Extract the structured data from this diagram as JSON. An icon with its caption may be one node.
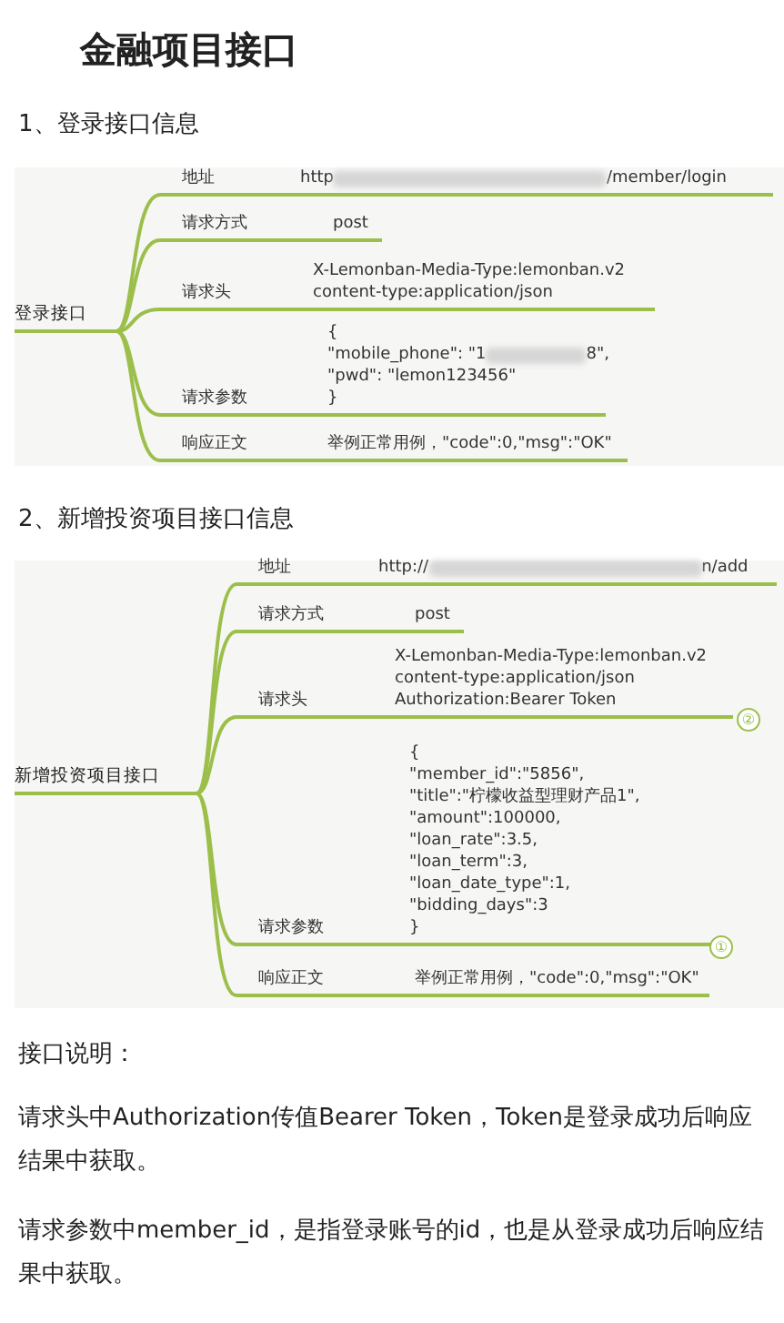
{
  "diagram": {
    "title": "金融项目接口",
    "nodes": [
      {
        "text": [
          "登录接口"
        ]
      },
      {
        "text": [
          "地址",
          "http",
          "/member/login"
        ]
      },
      {
        "text": [
          "请求方式",
          "post"
        ]
      },
      {
        "text": [
          "请求头",
          "X-Lemonban-Media-Type:lemonban.v2",
          "content-type:application/json"
        ]
      },
      {
        "text": [
          "请求参数",
          "{",
          "\"mobile_phone\": \"1",
          "8\",",
          "\"pwd\": \"lemon123456\"",
          "}"
        ]
      },
      {
        "text": [
          "响应正文",
          "举例正常用例，\"code\":0,\"msg\":\"OK\""
        ]
      },
      {
        "text": [
          "新增投资项目接口"
        ]
      },
      {
        "text": [
          "地址",
          "http://",
          "n/add"
        ]
      },
      {
        "text": [
          "请求方式",
          "post"
        ]
      },
      {
        "text": [
          "请求头",
          "X-Lemonban-Media-Type:lemonban.v2",
          "content-type:application/json",
          "Authorization:Bearer Token"
        ]
      },
      {
        "text": [
          "请求参数",
          "{",
          "\"member_id\":\"5856\",",
          "\"title\":\"柠檬收益型理财产品1\",",
          "\"amount\":100000,",
          "\"loan_rate\":3.5,",
          "\"loan_term\":3,",
          "\"loan_date_type\":1,",
          "\"bidding_days\":3",
          "}"
        ]
      },
      {
        "text": [
          "响应正文",
          "举例正常用例，\"code\":0,\"msg\":\"OK\""
        ]
      }
    ],
    "edges": [
      {
        "from": 0,
        "to": 1,
        "arrow": "none"
      },
      {
        "from": 0,
        "to": 2,
        "arrow": "none"
      },
      {
        "from": 0,
        "to": 3,
        "arrow": "none"
      },
      {
        "from": 0,
        "to": 4,
        "arrow": "none"
      },
      {
        "from": 0,
        "to": 5,
        "arrow": "none"
      },
      {
        "from": 6,
        "to": 7,
        "arrow": "none"
      },
      {
        "from": 6,
        "to": 8,
        "arrow": "none"
      },
      {
        "from": 6,
        "to": 9,
        "arrow": "none"
      },
      {
        "from": 6,
        "to": 10,
        "arrow": "none"
      },
      {
        "from": 6,
        "to": 11,
        "arrow": "none"
      }
    ],
    "labels": [
      "1、登录接口信息",
      "2、新增投资项目接口信息",
      "②",
      "①",
      "接口说明：",
      "请求头中Authorization传值Bearer Token，Token是登录成功后响应结果中获取。",
      "请求参数中member_id，是指登录账号的id，也是从登录成功后响应结果中获取。"
    ]
  }
}
